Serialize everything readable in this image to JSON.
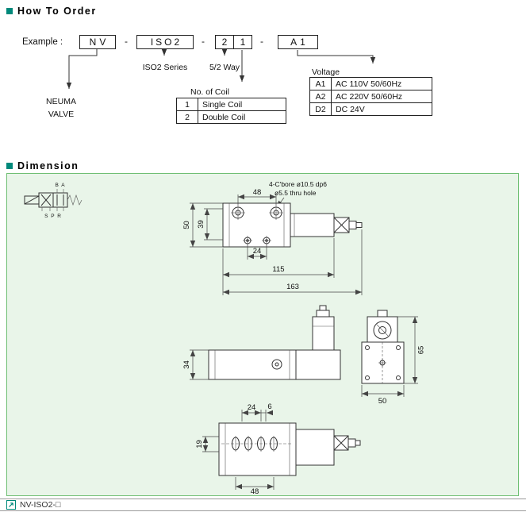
{
  "colors": {
    "accent": "#00897b",
    "panel_bg": "#e9f5e9",
    "panel_border": "#6fbf73"
  },
  "sections": {
    "how_to_order": "How To Order",
    "dimension": "Dimension"
  },
  "order": {
    "example_label": "Example :",
    "dash": "-",
    "codes": {
      "nv": "NV",
      "iso2": "ISO2",
      "coil_left": "2",
      "coil_right": "1",
      "voltage": "A1"
    },
    "labels": {
      "iso2_series": "ISO2 Series",
      "way": "5/2 Way",
      "neuma": "NEUMA",
      "valve": "VALVE"
    },
    "coil_table": {
      "title": "No. of Coil",
      "rows": [
        {
          "code": "1",
          "desc": "Single Coil"
        },
        {
          "code": "2",
          "desc": "Double Coil"
        }
      ]
    },
    "voltage_table": {
      "title": "Voltage",
      "rows": [
        {
          "code": "A1",
          "desc": "AC 110V 50/60Hz"
        },
        {
          "code": "A2",
          "desc": "AC 220V 50/60Hz"
        },
        {
          "code": "D2",
          "desc": "DC 24V"
        }
      ]
    }
  },
  "drawing": {
    "annotations": {
      "cbore": "4-C'bore ø10.5 dp6",
      "thru": "ø5.5 thru hole"
    },
    "symbol": {
      "top": "B A",
      "bottom": "S P R"
    },
    "dims": {
      "top_48": "48",
      "top_50": "50",
      "top_39": "39",
      "top_24": "24",
      "top_115": "115",
      "top_163": "163",
      "side_34": "34",
      "end_65": "65",
      "end_50": "50",
      "bottom_24": "24",
      "bottom_6": "6",
      "bottom_19": "19",
      "bottom_48": "48"
    }
  },
  "footer": {
    "code": "NV-ISO2-□"
  }
}
